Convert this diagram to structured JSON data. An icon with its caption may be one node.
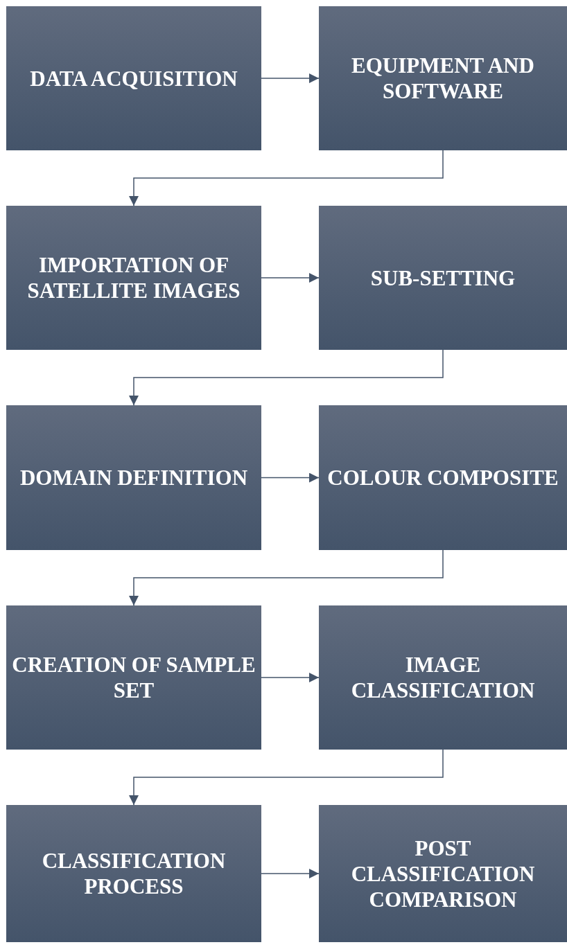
{
  "diagram": {
    "nodes": [
      {
        "text": [
          "DATA ACQUISITION"
        ]
      },
      {
        "text": [
          "EQUIPMENT AND SOFTWARE"
        ]
      },
      {
        "text": [
          "IMPORTATION OF SATELLITE IMAGES"
        ]
      },
      {
        "text": [
          "SUB-SETTING"
        ]
      },
      {
        "text": [
          "DOMAIN DEFINITION"
        ]
      },
      {
        "text": [
          "COLOUR COMPOSITE"
        ]
      },
      {
        "text": [
          "CREATION OF SAMPLE SET"
        ]
      },
      {
        "text": [
          "IMAGE CLASSIFICATION"
        ]
      },
      {
        "text": [
          "CLASSIFICATION PROCESS"
        ]
      },
      {
        "text": [
          "POST CLASSIFICATION COMPARISON"
        ]
      }
    ],
    "edges": [
      {
        "from": 0,
        "to": 1,
        "arrow": "to"
      },
      {
        "from": 1,
        "to": 2,
        "arrow": "to"
      },
      {
        "from": 2,
        "to": 3,
        "arrow": "to"
      },
      {
        "from": 3,
        "to": 4,
        "arrow": "to"
      },
      {
        "from": 4,
        "to": 5,
        "arrow": "to"
      },
      {
        "from": 5,
        "to": 6,
        "arrow": "to"
      },
      {
        "from": 6,
        "to": 7,
        "arrow": "to"
      },
      {
        "from": 7,
        "to": 8,
        "arrow": "to"
      },
      {
        "from": 8,
        "to": 9,
        "arrow": "to"
      }
    ]
  }
}
